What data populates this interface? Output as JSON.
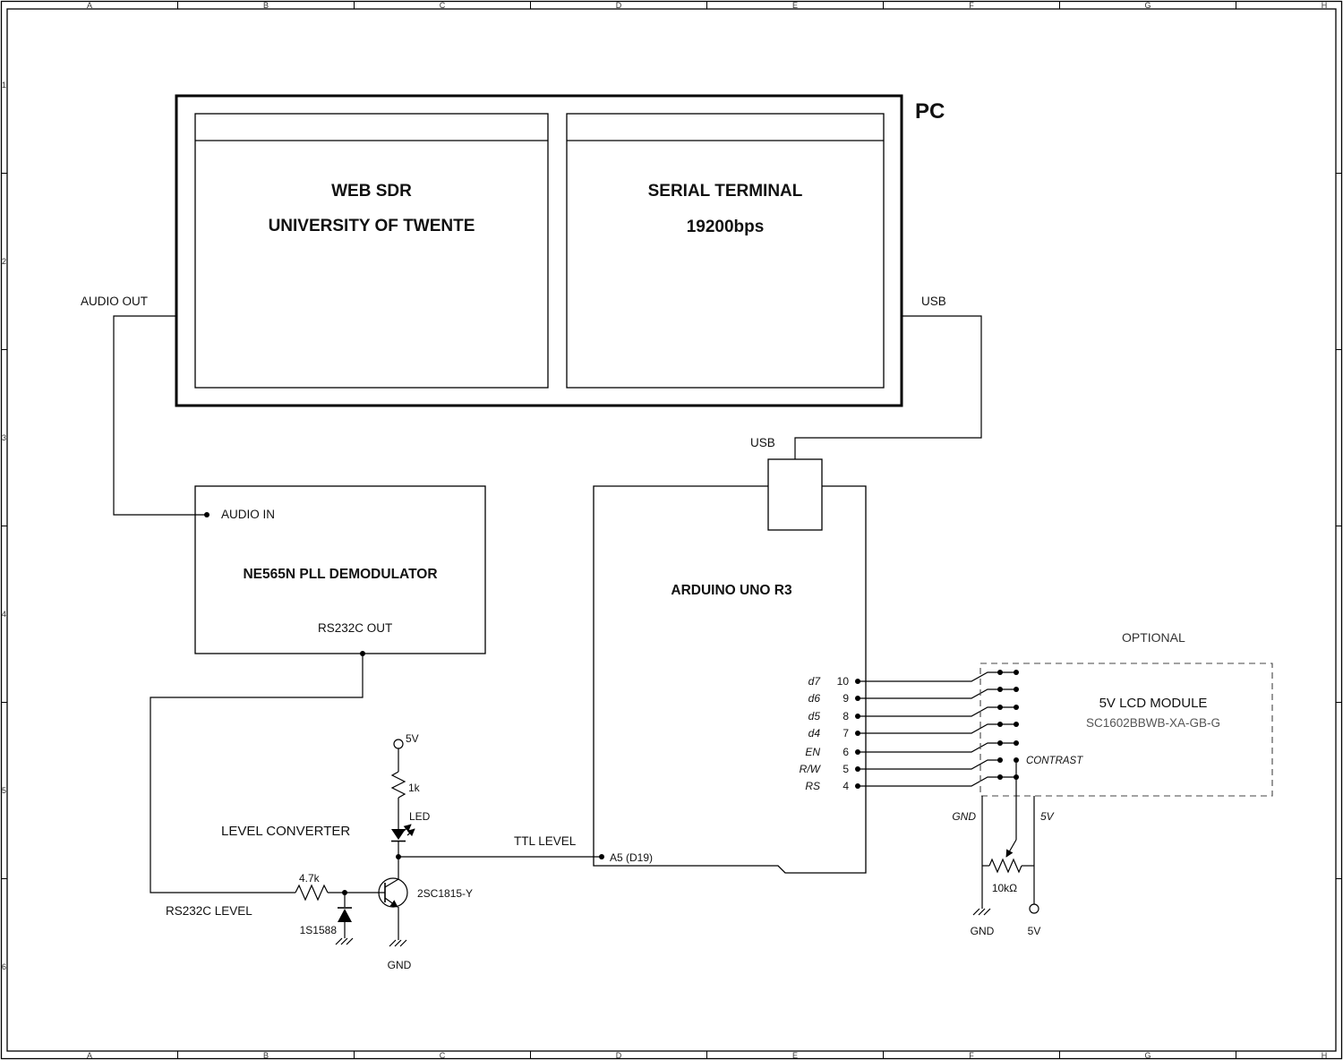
{
  "colors": {
    "ink": "#000000",
    "background": "#ffffff",
    "muted": "#555555"
  },
  "border": {
    "cols": [
      "A",
      "B",
      "C",
      "D",
      "E",
      "F",
      "G",
      "H"
    ],
    "rows": [
      "1",
      "2",
      "3",
      "4",
      "5",
      "6"
    ]
  },
  "pc": {
    "label": "PC",
    "audio_out_label": "AUDIO OUT",
    "usb_label": "USB",
    "windows": [
      {
        "line1": "WEB SDR",
        "line2": "UNIVERSITY OF TWENTE"
      },
      {
        "line1": "SERIAL TERMINAL",
        "line2": "19200bps"
      }
    ]
  },
  "demodulator": {
    "audio_in_label": "AUDIO IN",
    "title": "NE565N PLL DEMODULATOR",
    "rs232c_out_label": "RS232C OUT"
  },
  "arduino": {
    "title": "ARDUINO UNO R3",
    "usb_label": "USB",
    "a5_label": "A5 (D19)",
    "pins": [
      {
        "name": "d7",
        "number": "10"
      },
      {
        "name": "d6",
        "number": "9"
      },
      {
        "name": "d5",
        "number": "8"
      },
      {
        "name": "d4",
        "number": "7"
      },
      {
        "name": "EN",
        "number": "6"
      },
      {
        "name": "R/W",
        "number": "5"
      },
      {
        "name": "RS",
        "number": "4"
      }
    ]
  },
  "level_converter": {
    "title": "LEVEL CONVERTER",
    "rs232c_level_label": "RS232C LEVEL",
    "ttl_level_label": "TTL LEVEL",
    "base_resistor": "4.7k",
    "pullup_resistor": "1k",
    "led_label": "LED",
    "transistor": "2SC1815-Y",
    "diode": "1S1588",
    "supply_label": "5V",
    "ground_label": "GND"
  },
  "lcd": {
    "optional_label": "OPTIONAL",
    "title": "5V LCD MODULE",
    "part_number": "SC1602BBWB-XA-GB-G",
    "contrast_label": "CONTRAST",
    "gnd_rail_label": "GND",
    "vcc_rail_label": "5V",
    "pot_value": "10kΩ",
    "pot_gnd_label": "GND",
    "pot_vcc_label": "5V"
  }
}
